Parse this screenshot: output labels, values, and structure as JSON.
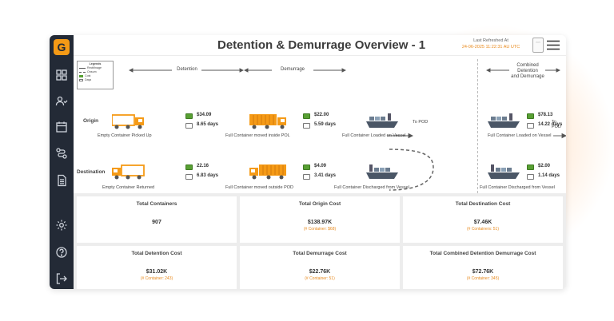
{
  "header": {
    "title": "Detention & Demurrage Overview - 1",
    "refresh_label": "Last Refreshed At",
    "refresh_value": "24-06-2025 11:22:31 AU UTC"
  },
  "sidebar": {
    "logo_letter": "G",
    "icons": [
      "dashboard-icon",
      "users-icon",
      "calendar-icon",
      "route-icon",
      "document-icon",
      "settings-icon",
      "help-icon",
      "logout-icon"
    ]
  },
  "legend": {
    "title": "Legends",
    "items": [
      "Rectifinage",
      "Onsum",
      "Cost",
      "Days"
    ]
  },
  "flow": {
    "detention_label": "Detention",
    "demurrage_label": "Demurrage",
    "combined_label_1": "Combined Detention",
    "combined_label_2": "and Demurrage",
    "origin_label": "Origin",
    "destination_label": "Destination",
    "to_pod": "To POD",
    "origin": {
      "steps": [
        "Empty Container Picked Up",
        "Full Container moved inside POL",
        "Full Container Loaded on Vessel"
      ],
      "detention_cost": "$34.09",
      "detention_days": "8.65 days",
      "demurrage_cost": "$22.00",
      "demurrage_days": "5.59 days"
    },
    "destination": {
      "steps": [
        "Empty Container Returned",
        "Full Container moved outside POD",
        "Full Container Discharged from Vessel"
      ],
      "detention_cost": "22.16",
      "detention_days": "6.83 days",
      "demurrage_cost": "$4.09",
      "demurrage_days": "3.41 days"
    },
    "combined": {
      "origin_step": "Full Container Loaded on Vessel",
      "origin_cost": "$78.13",
      "origin_days": "14.22 days",
      "destination_step": "Full Container Discharged from Vessel",
      "destination_cost": "$2.00",
      "destination_days": "1.14 days"
    }
  },
  "cards": [
    {
      "title": "Total Containers",
      "value": "907",
      "sub": ""
    },
    {
      "title": "Total Origin Cost",
      "value": "$138.97K",
      "sub": "(# Container: $68)"
    },
    {
      "title": "Total Destination Cost",
      "value": "$7.46K",
      "sub": "(# Containers: 51)"
    },
    {
      "title": "Total Detention Cost",
      "value": "$31.02K",
      "sub": "(# Container: 243)"
    },
    {
      "title": "Total Demurrage Cost",
      "value": "$22.76K",
      "sub": "(# Container: 51)"
    },
    {
      "title": "Total Combined Detention Demurrage Cost",
      "value": "$72.76K",
      "sub": "(# Container: 345)"
    }
  ],
  "colors": {
    "accent": "#f59a16",
    "sidebar": "#232a36",
    "highlight": "#e8891c",
    "money": "#58a033"
  }
}
